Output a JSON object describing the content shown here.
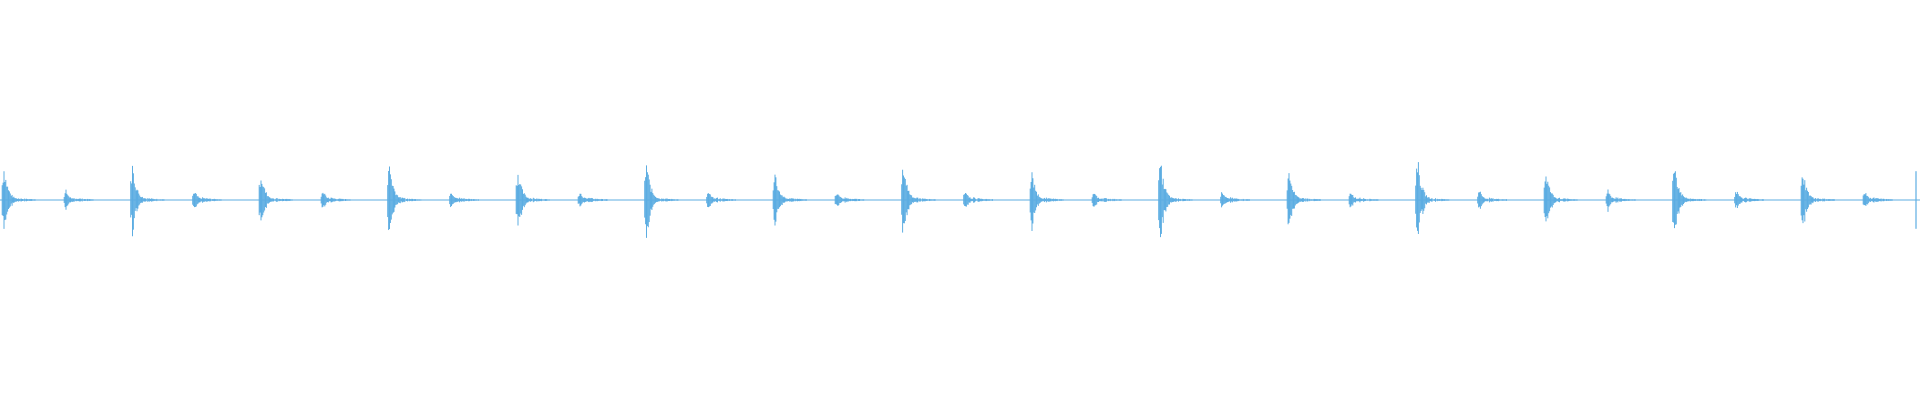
{
  "waveform": {
    "color": "#5dade2",
    "beats": [
      {
        "main": 0.8,
        "echo": 0.22
      },
      {
        "main": 0.82,
        "echo": 0.22
      },
      {
        "main": 0.64,
        "echo": 0.22
      },
      {
        "main": 0.88,
        "echo": 0.22
      },
      {
        "main": 0.7,
        "echo": 0.2
      },
      {
        "main": 0.9,
        "echo": 0.2
      },
      {
        "main": 0.66,
        "echo": 0.18
      },
      {
        "main": 0.86,
        "echo": 0.22
      },
      {
        "main": 0.62,
        "echo": 0.18
      },
      {
        "main": 0.9,
        "echo": 0.22
      },
      {
        "main": 0.66,
        "echo": 0.2
      },
      {
        "main": 1.0,
        "echo": 0.24
      },
      {
        "main": 0.7,
        "echo": 0.22
      },
      {
        "main": 0.92,
        "echo": 0.22
      },
      {
        "main": 0.7,
        "echo": 0.2
      }
    ],
    "end_marker": {
      "present": true,
      "amplitude": 0.6
    }
  }
}
